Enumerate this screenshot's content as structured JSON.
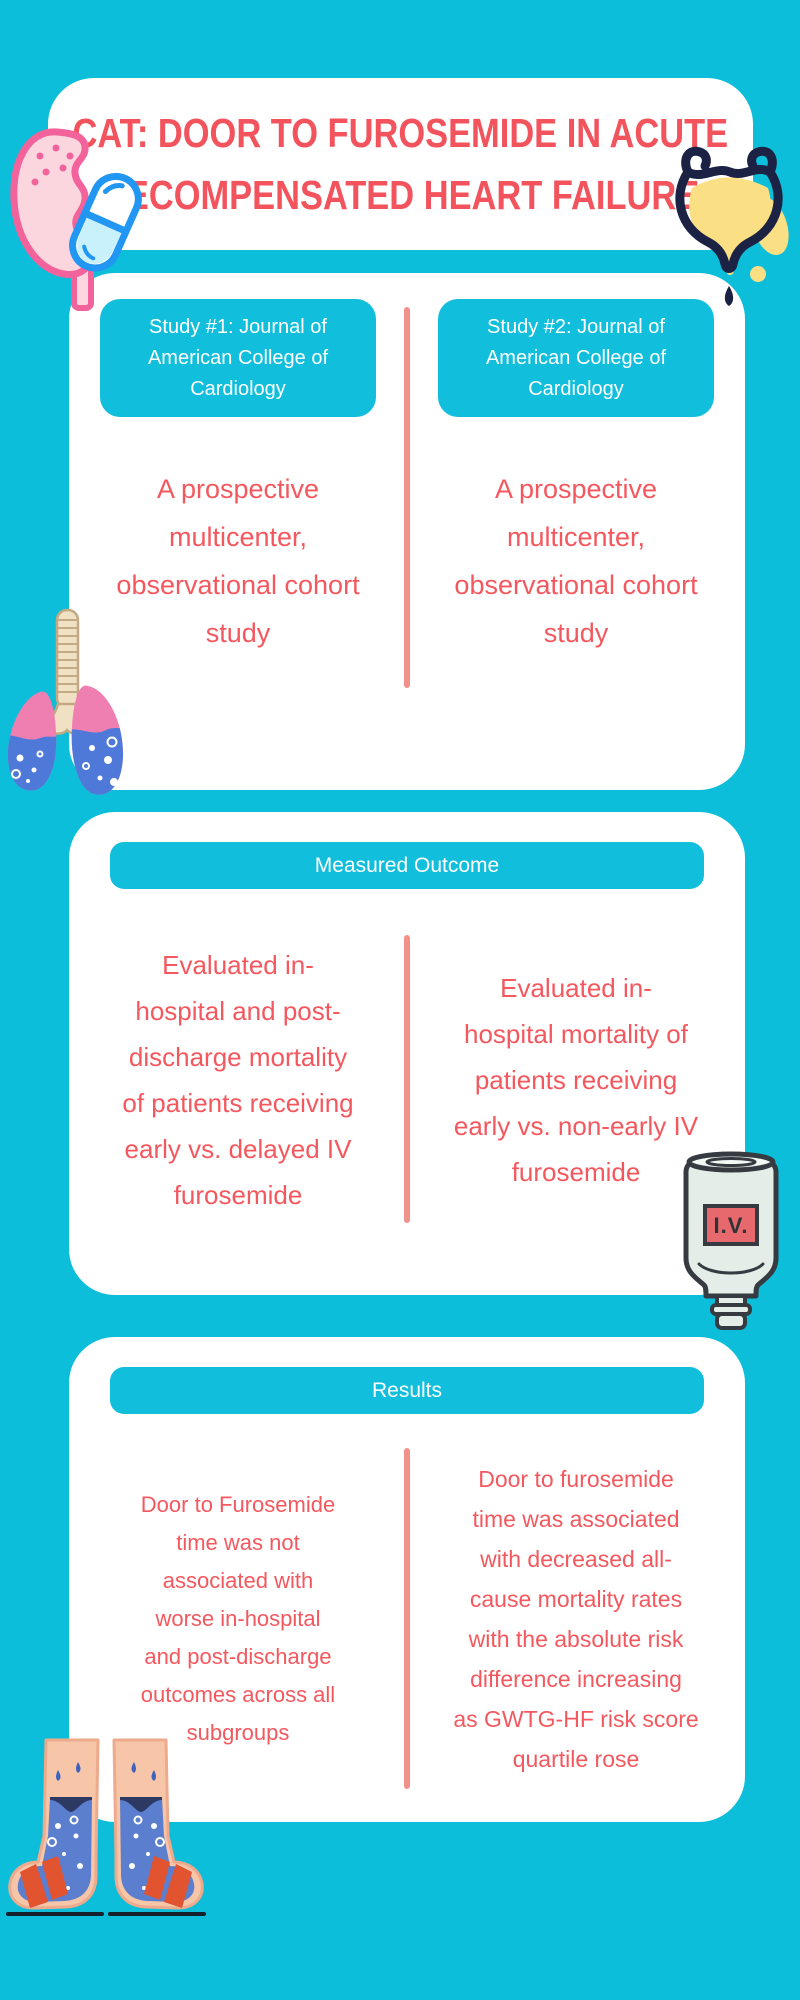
{
  "colors": {
    "background": "#0CBED9",
    "card_white": "#FFFFFF",
    "accent_cyan": "#11BEDB",
    "title_red": "#F2535C",
    "body_red": "#F4585E",
    "divider_salmon": "#F2908A"
  },
  "header_card": {
    "title_line1": "CAT: DOOR TO FUROSEMIDE IN ACUTE",
    "title_line2": "DECOMPENSATED HEART FAILURE"
  },
  "studies_card": {
    "study1_badge": "Study #1: Journal of\nAmerican College of\nCardiology",
    "study2_badge": "Study #2: Journal of\nAmerican College of\nCardiology",
    "study1_body": "A prospective\nmulticenter,\nobservational cohort\nstudy",
    "study2_body": "A prospective\nmulticenter,\nobservational cohort\nstudy"
  },
  "outcome_card": {
    "header": "Measured Outcome",
    "study1_body": "Evaluated in-\nhospital and post-\ndischarge mortality\nof patients receiving\nearly vs. delayed IV\nfurosemide",
    "study2_body": "Evaluated in-\nhospital mortality of\npatients receiving\nearly vs. non-early IV\nfurosemide"
  },
  "results_card": {
    "header": "Results",
    "study1_body": "Door to Furosemide\ntime was not\nassociated with\nworse in-hospital\nand post-discharge\noutcomes across all\nsubgroups",
    "study2_body": "Door to furosemide\ntime was associated\nwith decreased all-\ncause mortality rates\nwith the absolute risk\ndifference increasing\nas GWTG-HF risk score\nquartile rose"
  },
  "decorations": {
    "iv_bottle_label": "I.V.",
    "icon_names": [
      "kidney-icon",
      "pill-icon",
      "bladder-icon",
      "lungs-icon",
      "iv-bottle-icon",
      "swollen-legs-icon"
    ]
  }
}
